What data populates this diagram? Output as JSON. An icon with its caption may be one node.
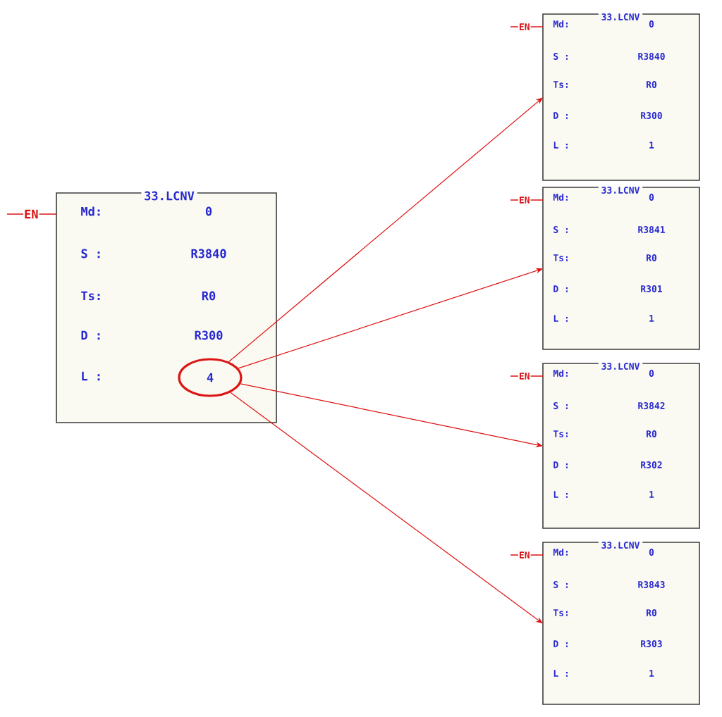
{
  "diagram": {
    "nodes": [
      {
        "text": [
          "33.LCNV",
          "Md:",
          "0",
          "S :",
          "R3840",
          "Ts:",
          "R0",
          "D :",
          "R300",
          "L :"
        ],
        "beside": [
          "EN"
        ]
      },
      {
        "text": [
          "4"
        ],
        "in": 0
      },
      {
        "text": [
          "33.LCNV",
          "Md:",
          "0",
          "S :",
          "R3840",
          "Ts:",
          "R0",
          "D :",
          "R300",
          "L :",
          "1"
        ],
        "beside": [
          "EN"
        ]
      },
      {
        "text": [
          "33.LCNV",
          "Md:",
          "0",
          "S :",
          "R3841",
          "Ts:",
          "R0",
          "D :",
          "R301",
          "L :",
          "1"
        ],
        "beside": [
          "EN"
        ]
      },
      {
        "text": [
          "33.LCNV",
          "Md:",
          "0",
          "S :",
          "R3842",
          "Ts:",
          "R0",
          "D :",
          "R302",
          "L :",
          "1"
        ],
        "beside": [
          "EN"
        ]
      },
      {
        "text": [
          "33.LCNV",
          "Md:",
          "0",
          "S :",
          "R3843",
          "Ts:",
          "R0",
          "D :",
          "R303",
          "L :",
          "1"
        ],
        "beside": [
          "EN"
        ]
      }
    ],
    "edges": [
      {
        "from": 1,
        "to": 2,
        "arrow": "to",
        "color": "#e01010"
      },
      {
        "from": 1,
        "to": 3,
        "arrow": "to",
        "color": "#e01010"
      },
      {
        "from": 1,
        "to": 4,
        "arrow": "to",
        "color": "#e01010"
      },
      {
        "from": 1,
        "to": 5,
        "arrow": "to",
        "color": "#e01010"
      }
    ]
  }
}
